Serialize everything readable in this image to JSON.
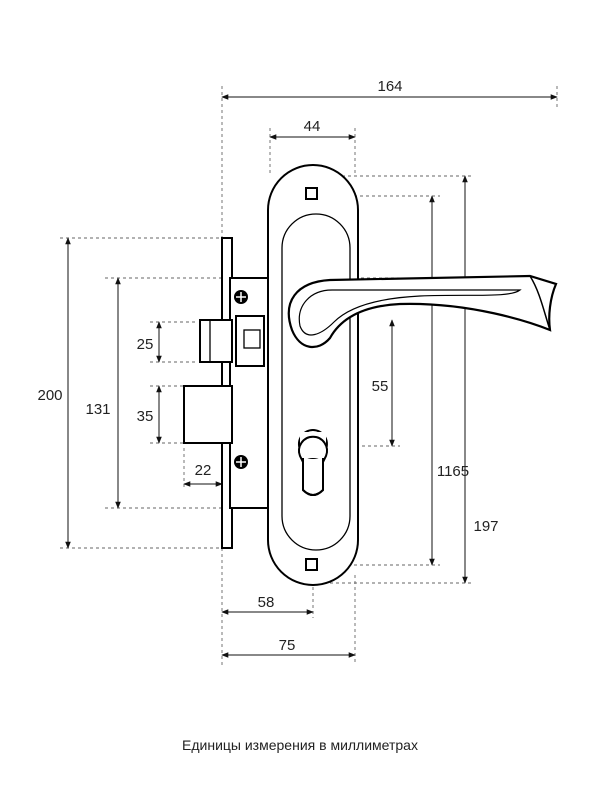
{
  "dimensions": {
    "total_width": "164",
    "plate_width": "44",
    "height_left": "200",
    "height_131": "131",
    "bolt_25": "25",
    "latch_35": "35",
    "backset_22": "22",
    "center_55": "55",
    "height_1165": "1165",
    "height_197": "197",
    "width_58": "58",
    "width_75": "75"
  },
  "caption": "Единицы измерения в миллиметрах",
  "colors": {
    "line": "#000000",
    "dim_line": "#111111",
    "extension": "#666666"
  }
}
